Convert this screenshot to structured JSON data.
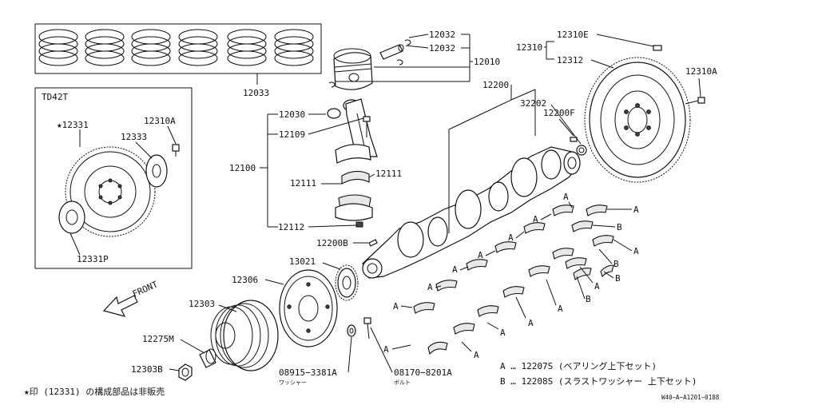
{
  "inset": {
    "engine_code": "TD42T",
    "labels": {
      "flywheel_star": "★12331",
      "flywheel_bolt": "12310A",
      "plate": "12333",
      "pilot": "12331P"
    }
  },
  "front_label": "FRONT",
  "parts": {
    "piston_rings": "12033",
    "piston_pin_clip_a": "12032",
    "piston_pin_clip_b": "12032",
    "piston": "12010",
    "crankshaft": "12200",
    "flywheel_ring_gear_e": "12310E",
    "flywheel": "12310",
    "ring_gear": "12312",
    "flywheel_bolt": "12310A",
    "pilot_bearing": "32202",
    "crank_pin": "12200F",
    "conrod_bushing": "12030",
    "conrod_bolt": "12109",
    "conrod_assembly": "12100",
    "conrod_bearing_left": "12111",
    "conrod_bearing_right": "12111",
    "conrod_nut": "12112",
    "crank_key": "12200B",
    "crank_sprocket": "13021",
    "crank_pulley": "12306",
    "pulley_damper": "12303",
    "pulley_washer": "12275M",
    "pulley_bolt": "12303B",
    "washer_part": "08915−3381A",
    "washer_name": "ワッシャー",
    "bolt_part": "08170−8201A",
    "bolt_name": "ボルト"
  },
  "bearing_tags": {
    "a": "A",
    "b": "B"
  },
  "legend": {
    "line_a": "A … 12207S (ベアリング上下セット)",
    "line_b": "B … 12208S (スラストワッシャー 上下セット)"
  },
  "footnote": "★印 (12331) の構成部品は非販売",
  "drawing_code": "W40−A−A1201−0188"
}
